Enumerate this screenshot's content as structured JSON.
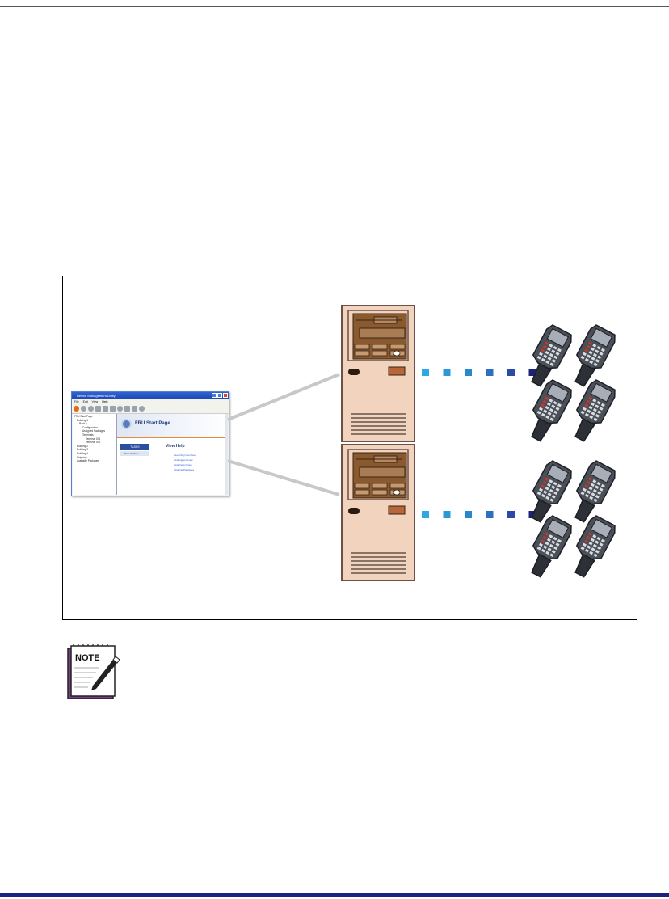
{
  "app_window": {
    "title": "Device Management Utility",
    "menu": [
      "File",
      "Edit",
      "View",
      "Help"
    ],
    "tree": [
      "FRU Start Page",
      "Building 1",
      "Rack 1",
      "Configuration",
      "Assigned Packages",
      "Terminals",
      "Terminal 001",
      "Terminal 002",
      "Building 2",
      "Building 3",
      "Building 4",
      "Shipping",
      "Available Packages"
    ],
    "page_title": "FRU Start Page",
    "tasks_label": "TASKS",
    "tasks_item": "Refresh Menu",
    "help_title": "View Help",
    "help_links": [
      "Learning Overview",
      "Adding a Device",
      "Adding a Group",
      "Adding Packages"
    ]
  },
  "note_label": "NOTE",
  "colors": {
    "frame": "#000000",
    "link_line": "#c8c8c8",
    "server_body": "#f2d3bd",
    "server_panel": "#8a5a2e",
    "server_outline": "#6d5148",
    "dash_light": "#2ea8e0",
    "dash_dark": "#1a237e",
    "terminal_body": "#4b5058",
    "terminal_screen": "#a7aeb8",
    "page_rule": "#1a237e"
  },
  "connections": {
    "per_server_dashes": 6,
    "terminals_per_group": 4
  }
}
